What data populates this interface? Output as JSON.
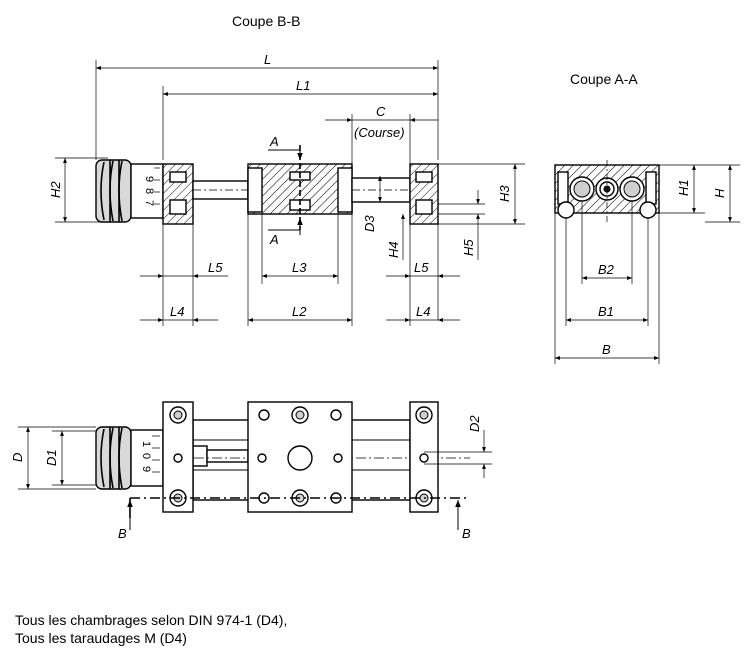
{
  "titles": {
    "section_bb": "Coupe B-B",
    "section_aa": "Coupe A-A"
  },
  "dimensions": {
    "L": "L",
    "L1": "L1",
    "C": "C",
    "course": "(Course)",
    "H2": "H2",
    "H3": "H3",
    "D3": "D3",
    "H4": "H4",
    "H5": "H5",
    "L5_left": "L5",
    "L5_right": "L5",
    "L3": "L3",
    "L4_left": "L4",
    "L4_right": "L4",
    "L2": "L2",
    "A_top": "A",
    "A_bottom": "A",
    "H1": "H1",
    "H": "H",
    "B2": "B2",
    "B1": "B1",
    "B": "B",
    "D": "D",
    "D1": "D1",
    "D2": "D2",
    "B_left": "B",
    "B_right": "B"
  },
  "scale_digits_top": [
    "9",
    "8",
    "7"
  ],
  "scale_digits_bottom": [
    "1",
    "0",
    "9"
  ],
  "notes": {
    "line1": "Tous les chambrages selon  DIN 974-1 (D4),",
    "line2": "Tous les taraudages M (D4)"
  }
}
